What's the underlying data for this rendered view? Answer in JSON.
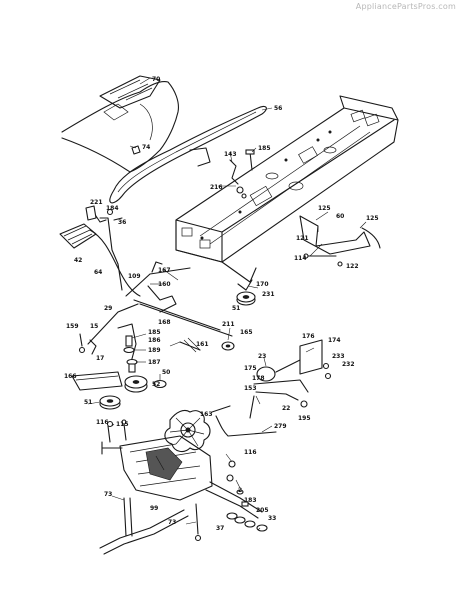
{
  "watermark": "AppliancePartsPros.com",
  "callouts": [
    "70",
    "56",
    "74",
    "185",
    "143",
    "216",
    "221",
    "184",
    "36",
    "125",
    "60",
    "125",
    "121",
    "114",
    "122",
    "42",
    "64",
    "167",
    "109",
    "160",
    "170",
    "29",
    "168",
    "231",
    "51",
    "211",
    "165",
    "159",
    "15",
    "185",
    "186",
    "161",
    "176",
    "174",
    "233",
    "232",
    "17",
    "189",
    "23",
    "187",
    "175",
    "178",
    "166",
    "50",
    "52",
    "153",
    "51",
    "22",
    "195",
    "163",
    "279",
    "116",
    "115",
    "116",
    "2",
    "183",
    "73",
    "99",
    "205",
    "73",
    "37",
    "33"
  ]
}
